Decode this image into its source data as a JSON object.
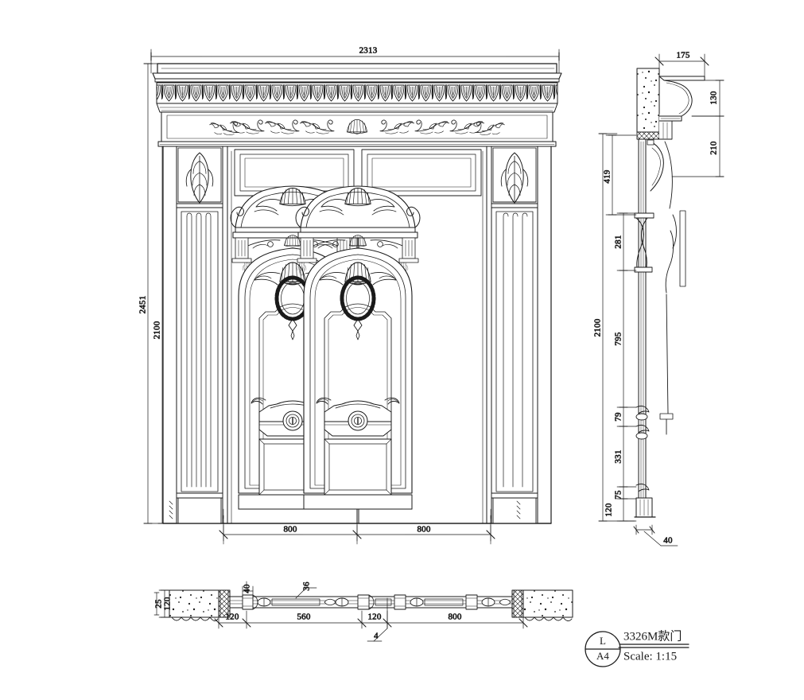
{
  "drawing": {
    "type": "cad-technical-drawing",
    "subject": "ornate-double-door-elevation-section-plan",
    "sheet_width": 1011,
    "sheet_height": 880,
    "background_color": "#ffffff",
    "line_color": "#1a1a1a"
  },
  "title_block": {
    "detail_tag_top": "L",
    "detail_tag_bottom": "A4",
    "title": "3326M款门",
    "scale_label": "Scale:  1:15"
  },
  "elevation": {
    "name": "front-elevation",
    "dimensions": {
      "overall_width": "2313",
      "overall_height": "2451",
      "opening_height": "2100",
      "leaf_left_width": "800",
      "leaf_right_width": "800"
    },
    "features": [
      "egg-and-dart-cornice",
      "acanthus-scroll-frieze",
      "fluted-pilasters",
      "acanthus-leaf-capitals",
      "carved-broken-pediment",
      "shell-motif",
      "laurel-wreath",
      "lock-escutcheon",
      "raised-lower-panel"
    ]
  },
  "section": {
    "name": "vertical-section",
    "dimensions": {
      "projection_depth": "175",
      "cornice_height": "130",
      "head_height": "210",
      "upper_run": "419",
      "capital_run": "281",
      "shaft_run": "795",
      "rail_run": "79",
      "lower_panel_run": "331",
      "base_upper": "75",
      "base_lower": "120",
      "overall_height": "2100",
      "leaf_thickness": "40"
    }
  },
  "plan": {
    "name": "horizontal-plan-section",
    "dimensions": {
      "wall_thickness": "120",
      "wall_depth": "25",
      "jamb_left": "120",
      "leaf_left_clear": "560",
      "mullion": "120",
      "leaf_right": "800",
      "stop_detail": "40",
      "rebate_detail": "36",
      "callout": "4"
    }
  },
  "annotations": {
    "dim_2313": "2313",
    "dim_2451": "2451",
    "dim_2100_left": "2100",
    "dim_800_left": "800",
    "dim_800_right": "800",
    "dim_175": "175",
    "dim_130": "130",
    "dim_210": "210",
    "dim_419": "419",
    "dim_281": "281",
    "dim_2100_right": "2100",
    "dim_795": "795",
    "dim_79": "79",
    "dim_331": "331",
    "dim_75": "75",
    "dim_120_sec": "120",
    "dim_40_sec": "40",
    "dim_25_plan": "25",
    "dim_120_plan_wall": "120",
    "dim_40_plan": "40",
    "dim_36_plan": "36",
    "dim_120_plan_a": "120",
    "dim_560_plan": "560",
    "dim_120_plan_b": "120",
    "dim_800_plan": "800",
    "callout_4": "4"
  }
}
